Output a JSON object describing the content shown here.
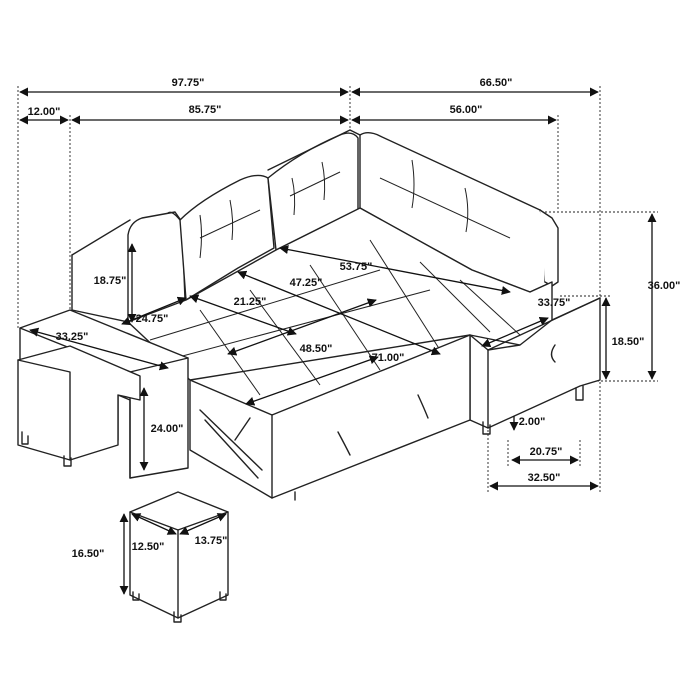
{
  "dimensions": {
    "overall_width": "97.75\"",
    "chaise_width": "66.50\"",
    "arm_width": "12.00\"",
    "sofa_inner_width": "85.75\"",
    "chaise_inner_width": "56.00\"",
    "back_height": "18.75\"",
    "seat_depth_left": "24.75\"",
    "seat_width_left": "21.25\"",
    "bed_depth": "47.25\"",
    "bed_width_long": "53.75\"",
    "chaise_depth": "33.75\"",
    "overall_height": "36.00\"",
    "seat_height": "18.50\"",
    "arm_depth": "33.25\"",
    "bed_width": "48.50\"",
    "bed_length": "71.00\"",
    "arm_height": "24.00\"",
    "leg_height": "2.00\"",
    "chaise_leg_span": "20.75\"",
    "chaise_base_width": "32.50\"",
    "ottoman_height": "16.50\"",
    "ottoman_depth": "12.50\"",
    "ottoman_width": "13.75\""
  }
}
